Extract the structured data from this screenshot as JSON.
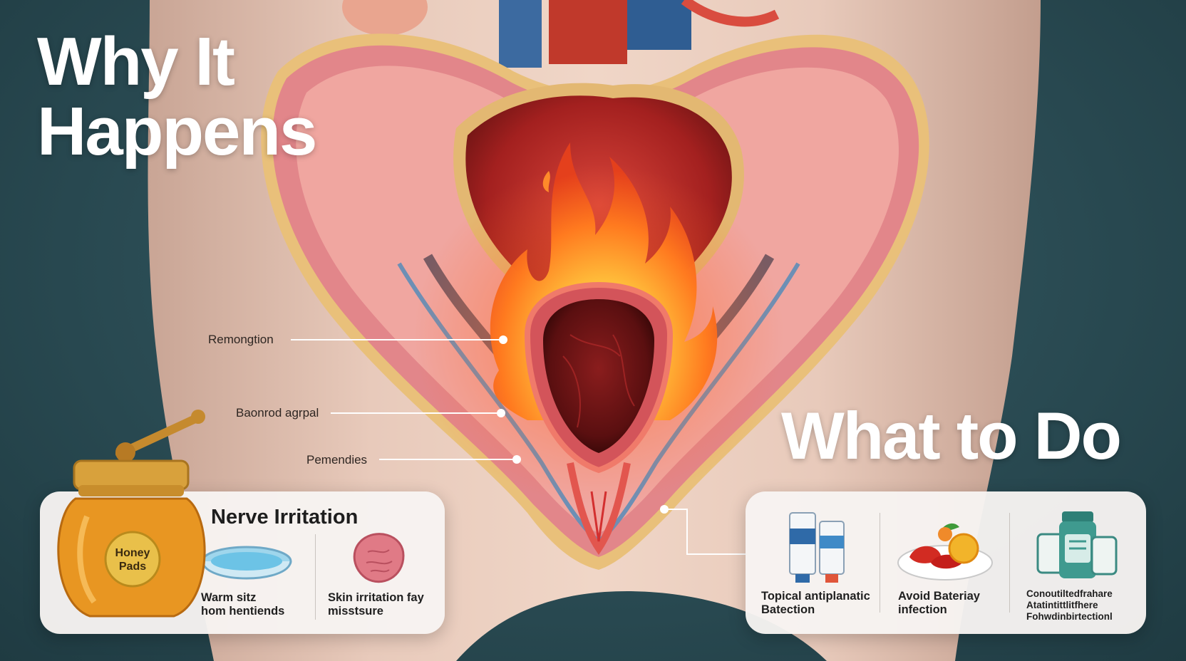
{
  "titles": {
    "left_line1": "Why It",
    "left_line2": "Happens",
    "right": "What to Do"
  },
  "callouts": [
    {
      "label": "Remongtion"
    },
    {
      "label": "Baonrod agrpal"
    },
    {
      "label": "Pemendies"
    }
  ],
  "left_card": {
    "heading": "Nerve Irritation",
    "jar_label_line1": "Honey",
    "jar_label_line2": "Pads",
    "items": [
      {
        "icon": "sitz-bath-icon",
        "line1": "Warm sitz",
        "line2": "hom hentiends"
      },
      {
        "icon": "irritated-skin-icon",
        "line1": "Skin irritation fay",
        "line2": "misstsure"
      }
    ]
  },
  "right_card": {
    "items": [
      {
        "icon": "cream-tubes-icon",
        "line1": "Topical antiplanatic",
        "line2": "Batection"
      },
      {
        "icon": "food-plate-icon",
        "line1": "Avoid Bateriay",
        "line2": "infection"
      },
      {
        "icon": "medicine-bottle-icon",
        "line1": "Conoutiltedfrahare",
        "line2": "Atatintittlitfhere",
        "line3": "Fohwdinbirtectionl"
      }
    ]
  },
  "colors": {
    "background": "#2b4f57",
    "flame": "#ff7a1f",
    "tissue": "#e58a86",
    "card": "#f7f4f1"
  }
}
